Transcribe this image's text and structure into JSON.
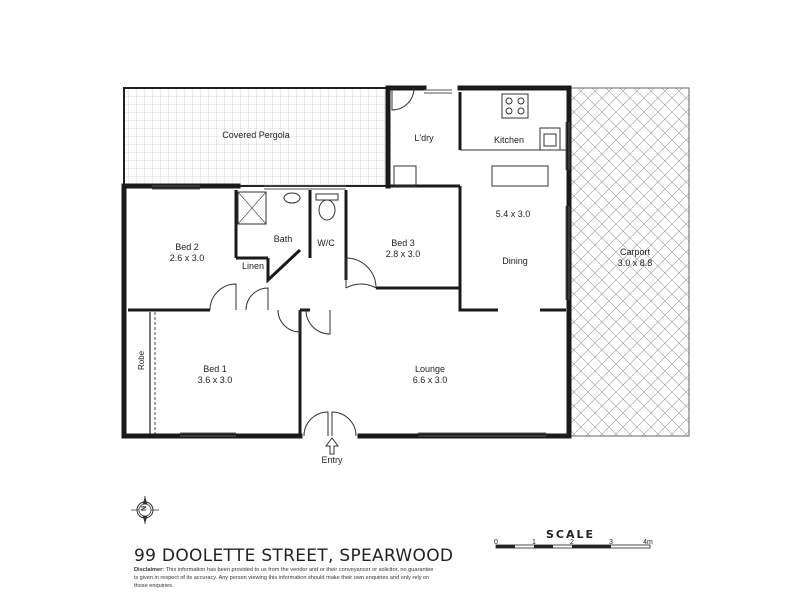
{
  "address": "99 DOOLETTE STREET, SPEARWOOD",
  "disclaimer": {
    "label": "Disclaimer:",
    "text": " This information has been provided to us from the vendor and or their conveyancer or solicitor, no guarantee is given in respect of its accuracy. Any person viewing this information should make their own enquiries and only rely on those enquiries."
  },
  "rooms": {
    "pergola": {
      "name": "Covered Pergola"
    },
    "laundry": {
      "name": "L'dry"
    },
    "kitchen": {
      "name": "Kitchen"
    },
    "bed2": {
      "name": "Bed 2",
      "dim": "2.6 x 3.0"
    },
    "bath": {
      "name": "Bath"
    },
    "wc": {
      "name": "W/C"
    },
    "bed3": {
      "name": "Bed 3",
      "dim": "2.8 x 3.0"
    },
    "linen": {
      "name": "Linen"
    },
    "kitchen_dim": {
      "dim": "5.4 x 3.0"
    },
    "dining": {
      "name": "Dining"
    },
    "carport": {
      "name": "Carport",
      "dim": "3.0 x 8.8"
    },
    "bed1": {
      "name": "Bed 1",
      "dim": "3.6 x 3.0"
    },
    "robe": {
      "name": "Robe"
    },
    "lounge": {
      "name": "Lounge",
      "dim": "6.6 x 3.0"
    }
  },
  "entry_label": "Entry",
  "compass_label": "N",
  "scale": {
    "title": "SCALE",
    "ticks": [
      "0",
      "1",
      "2",
      "3",
      "4m"
    ]
  }
}
